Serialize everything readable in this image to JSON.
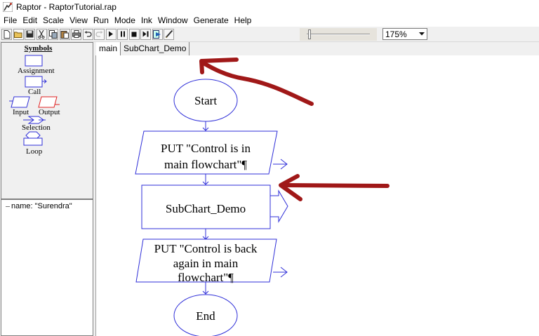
{
  "window": {
    "title": "Raptor - RaptorTutorial.rap"
  },
  "menu": [
    "File",
    "Edit",
    "Scale",
    "View",
    "Run",
    "Mode",
    "Ink",
    "Window",
    "Generate",
    "Help"
  ],
  "toolbar": {
    "buttons": [
      "new-file",
      "open-file",
      "save-file",
      "cut",
      "copy",
      "paste",
      "print",
      "undo",
      "redo",
      "play",
      "pause",
      "stop",
      "step",
      "run-to-completion",
      "pen"
    ],
    "zoom": "175%"
  },
  "symbols": {
    "title": "Symbols",
    "assignment": "Assignment",
    "call": "Call",
    "input": "Input",
    "output": "Output",
    "selection": "Selection",
    "loop": "Loop"
  },
  "variables": [
    {
      "text": "name: \"Surendra\""
    }
  ],
  "tabs": [
    {
      "label": "main"
    },
    {
      "label": "SubChart_Demo"
    }
  ],
  "flowchart": {
    "start": "Start",
    "output1": [
      "PUT \"Control is in",
      "main flowchart\"¶"
    ],
    "call": "SubChart_Demo",
    "output2": [
      "PUT \"Control is back",
      "again in main",
      "flowchart\"¶"
    ],
    "end": "End"
  },
  "colors": {
    "flow_shapes": "#2f2fd8",
    "annotation_arrows": "#a01818",
    "output_symbol": "#e02020"
  }
}
